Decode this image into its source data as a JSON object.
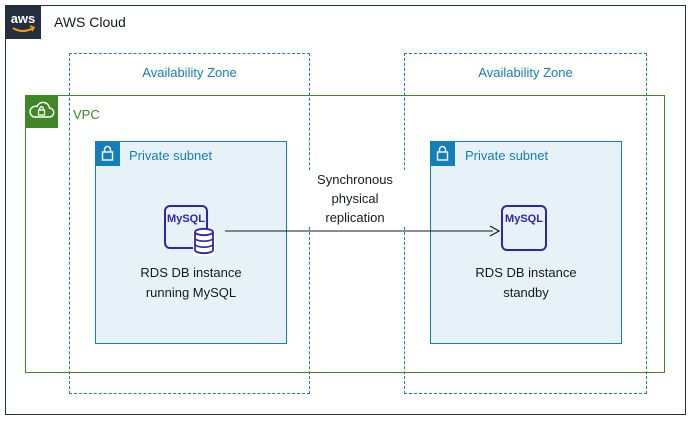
{
  "cloud": {
    "title": "AWS Cloud",
    "logo_text": "aws"
  },
  "zones": [
    {
      "title": "Availability Zone"
    },
    {
      "title": "Availability Zone"
    }
  ],
  "vpc": {
    "title": "VPC"
  },
  "subnets": [
    {
      "title": "Private subnet",
      "instance": {
        "icon_text": "MySQL",
        "label_line1": "RDS DB instance",
        "label_line2": "running MySQL"
      }
    },
    {
      "title": "Private subnet",
      "instance": {
        "icon_text": "MySQL",
        "label_line1": "RDS DB instance",
        "label_line2": "standby"
      }
    }
  ],
  "replication": {
    "line1": "Synchronous",
    "line2": "physical",
    "line3": "replication"
  },
  "colors": {
    "cloud_border": "#232f3e",
    "zone": "#147eba",
    "vpc": "#3f8624",
    "subnet_fill": "#e6f2f8",
    "rds": "#2e27ad"
  }
}
